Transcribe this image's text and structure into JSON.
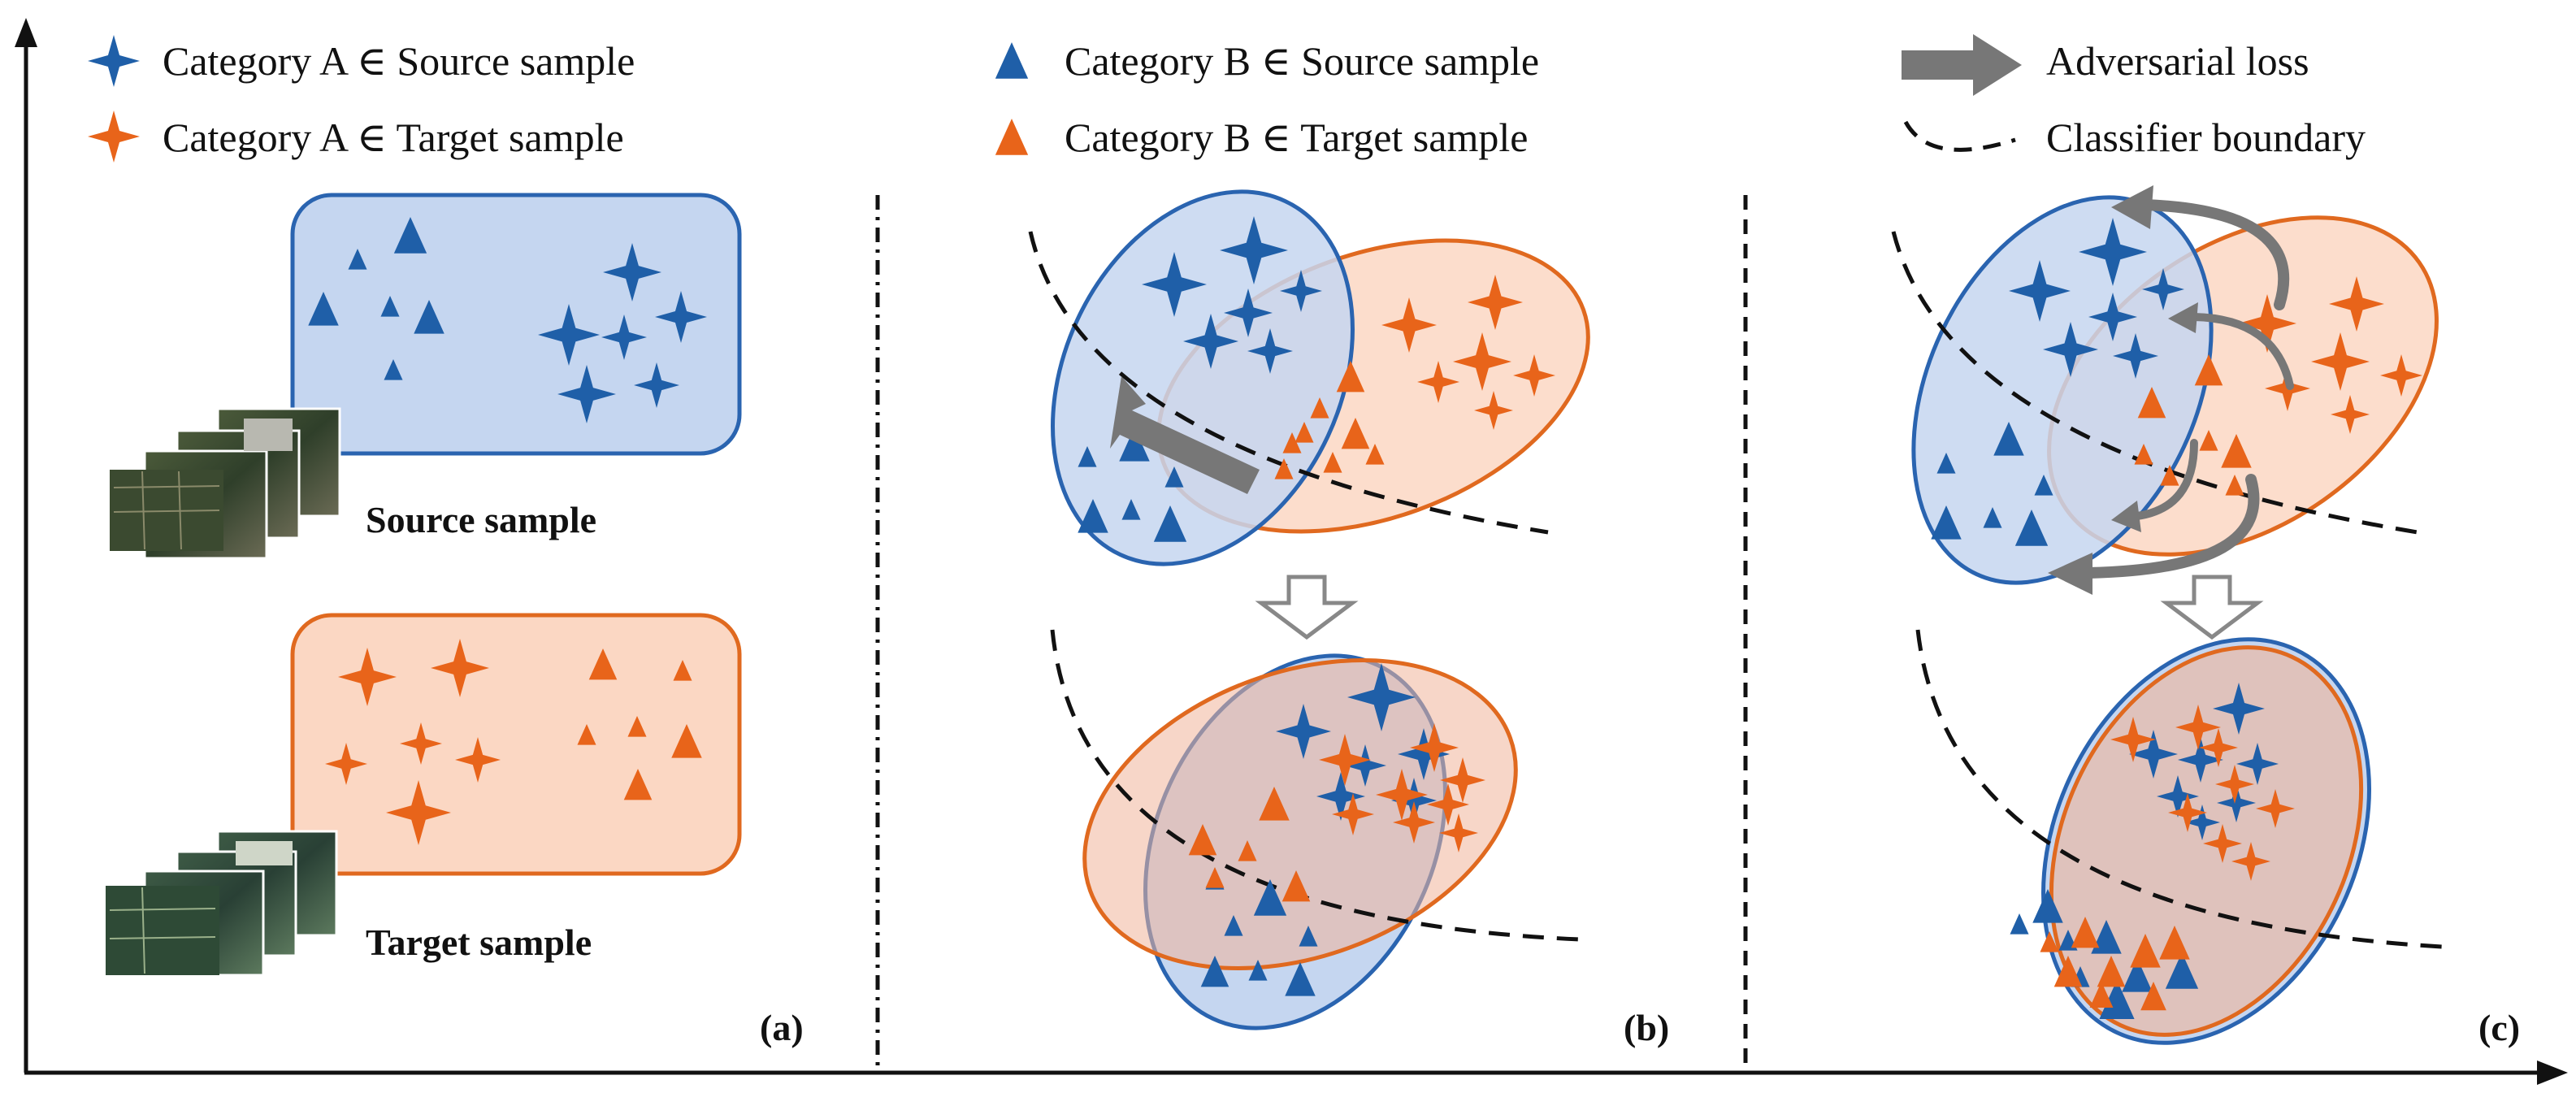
{
  "legend": {
    "items": [
      {
        "text": "Category A ∈ Source sample",
        "marker": "star-icon",
        "color": "#1f5fa8"
      },
      {
        "text": "Category A ∈ Target sample",
        "marker": "star-icon",
        "color": "#e8641a"
      },
      {
        "text": "Category B ∈ Source sample",
        "marker": "triangle-icon",
        "color": "#1f5fa8"
      },
      {
        "text": "Category B ∈ Target sample",
        "marker": "triangle-icon",
        "color": "#e8641a"
      },
      {
        "text": "Adversarial loss",
        "marker": "thick-arrow-icon",
        "color": "#777777"
      },
      {
        "text": "Classifier  boundary",
        "marker": "dashed-curve-icon",
        "color": "#111111"
      }
    ]
  },
  "panel_a": {
    "source_caption": "Source sample",
    "target_caption": "Target sample",
    "label": "(a)"
  },
  "panel_b": {
    "label": "(b)"
  },
  "panel_c": {
    "label": "(c)"
  },
  "colors": {
    "source": "#1f5fa8",
    "target": "#e8641a",
    "source_fill": "#c5d6f0",
    "target_fill": "#fbd7c3",
    "source_stroke": "#2a64b0",
    "target_stroke": "#e0691f",
    "arrow": "#777777",
    "axis": "#111111"
  }
}
